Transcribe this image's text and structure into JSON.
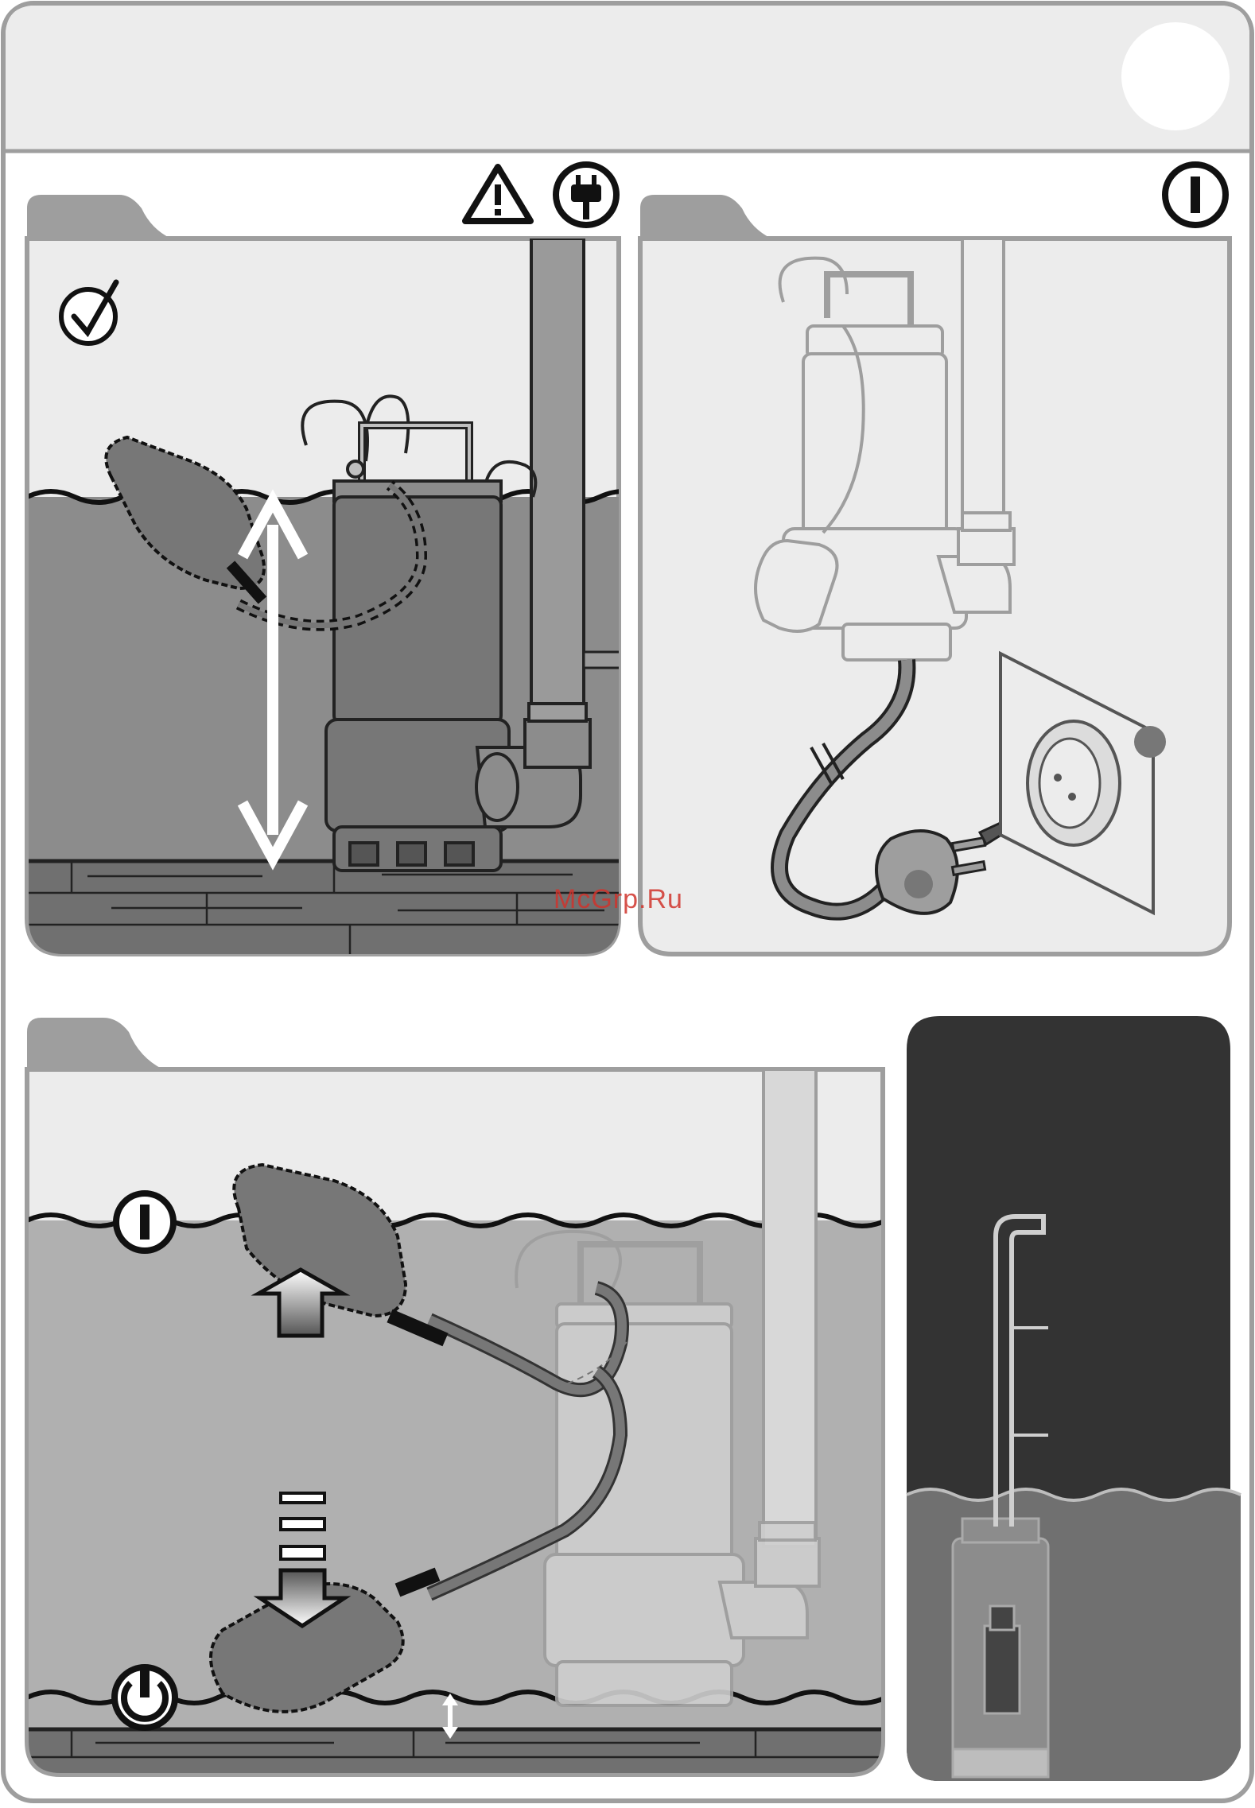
{
  "page": {
    "watermark": "McGrp.Ru"
  },
  "icons": {
    "header_badge": "blank-circle-badge",
    "warning": "warning-triangle-icon",
    "plug": "power-plug-icon",
    "check": "check-mark-icon",
    "switch_on": "power-on-icon",
    "switch_off": "power-standby-icon"
  },
  "panels": [
    {
      "id": "panel-1",
      "description_icons": [
        "warning-triangle-icon",
        "power-plug-icon",
        "check-mark-icon"
      ]
    },
    {
      "id": "panel-2",
      "description_icons": [
        "power-on-icon"
      ]
    },
    {
      "id": "panel-3",
      "description_icons": [
        "power-on-icon",
        "power-standby-icon"
      ]
    },
    {
      "id": "panel-4",
      "description_icons": []
    }
  ],
  "colors": {
    "frame": "#9e9e9e",
    "water": "#8c8c8c",
    "dark_panel": "#333333",
    "arrow": "#555555",
    "watermark": "#d0342c"
  }
}
